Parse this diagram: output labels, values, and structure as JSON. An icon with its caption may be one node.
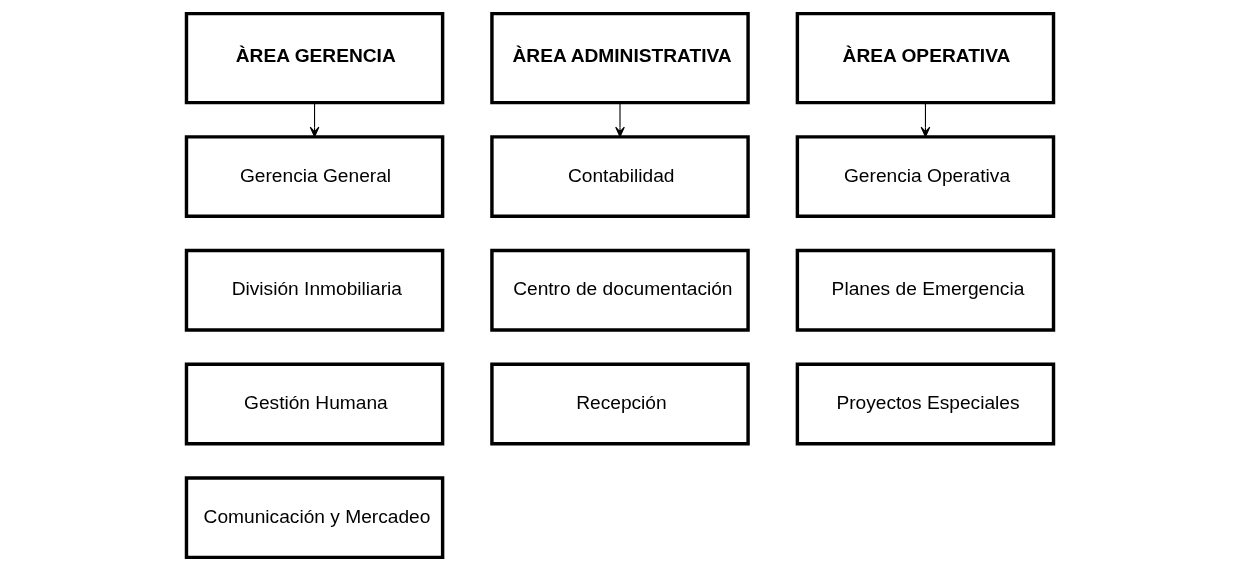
{
  "diagram": {
    "nodes": [
      {
        "text": [
          "ÀREA GERENCIA"
        ]
      },
      {
        "text": [
          "ÀREA ADMINISTRATIVA"
        ]
      },
      {
        "text": [
          "ÀREA OPERATIVA"
        ]
      },
      {
        "text": [
          "Gerencia General"
        ]
      },
      {
        "text": [
          "División Inmobiliaria"
        ]
      },
      {
        "text": [
          "Gestión Humana"
        ]
      },
      {
        "text": [
          "Comunicación y Mercadeo"
        ]
      },
      {
        "text": [
          "Contabilidad"
        ]
      },
      {
        "text": [
          "Centro de documentación"
        ]
      },
      {
        "text": [
          "Recepción"
        ]
      },
      {
        "text": [
          "Gerencia Operativa"
        ]
      },
      {
        "text": [
          "Planes de Emergencia"
        ]
      },
      {
        "text": [
          "Proyectos Especiales"
        ]
      }
    ],
    "edges": [
      {
        "from": 0,
        "to": 3,
        "arrow": "to"
      },
      {
        "from": 1,
        "to": 7,
        "arrow": "to"
      },
      {
        "from": 2,
        "to": 10,
        "arrow": "to"
      }
    ]
  }
}
